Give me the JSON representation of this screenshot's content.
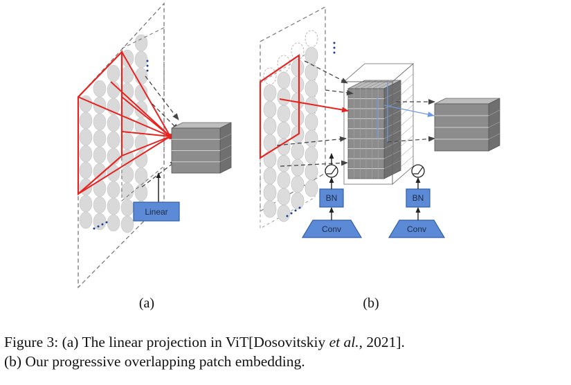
{
  "figure": {
    "linear_label": "Linear",
    "bn_label": "BN",
    "conv_label": "Conv",
    "panel_a": "(a)",
    "panel_b": "(b)",
    "colors": {
      "red": "#e8221f",
      "blue_box": "#5d8ad6",
      "blue_border": "#2f5ea8",
      "gray_cube": "#8c8c8c",
      "gray_circle": "#d9d9d9",
      "blue_arrow": "#6f9be0"
    }
  },
  "caption": {
    "line1_prefix": "Figure 3: (a) The linear projection in ViT[Dosovitskiy ",
    "line1_italic": "et al.",
    "line1_suffix": ", 2021].",
    "line2": "(b) Our progressive overlapping patch embedding."
  }
}
